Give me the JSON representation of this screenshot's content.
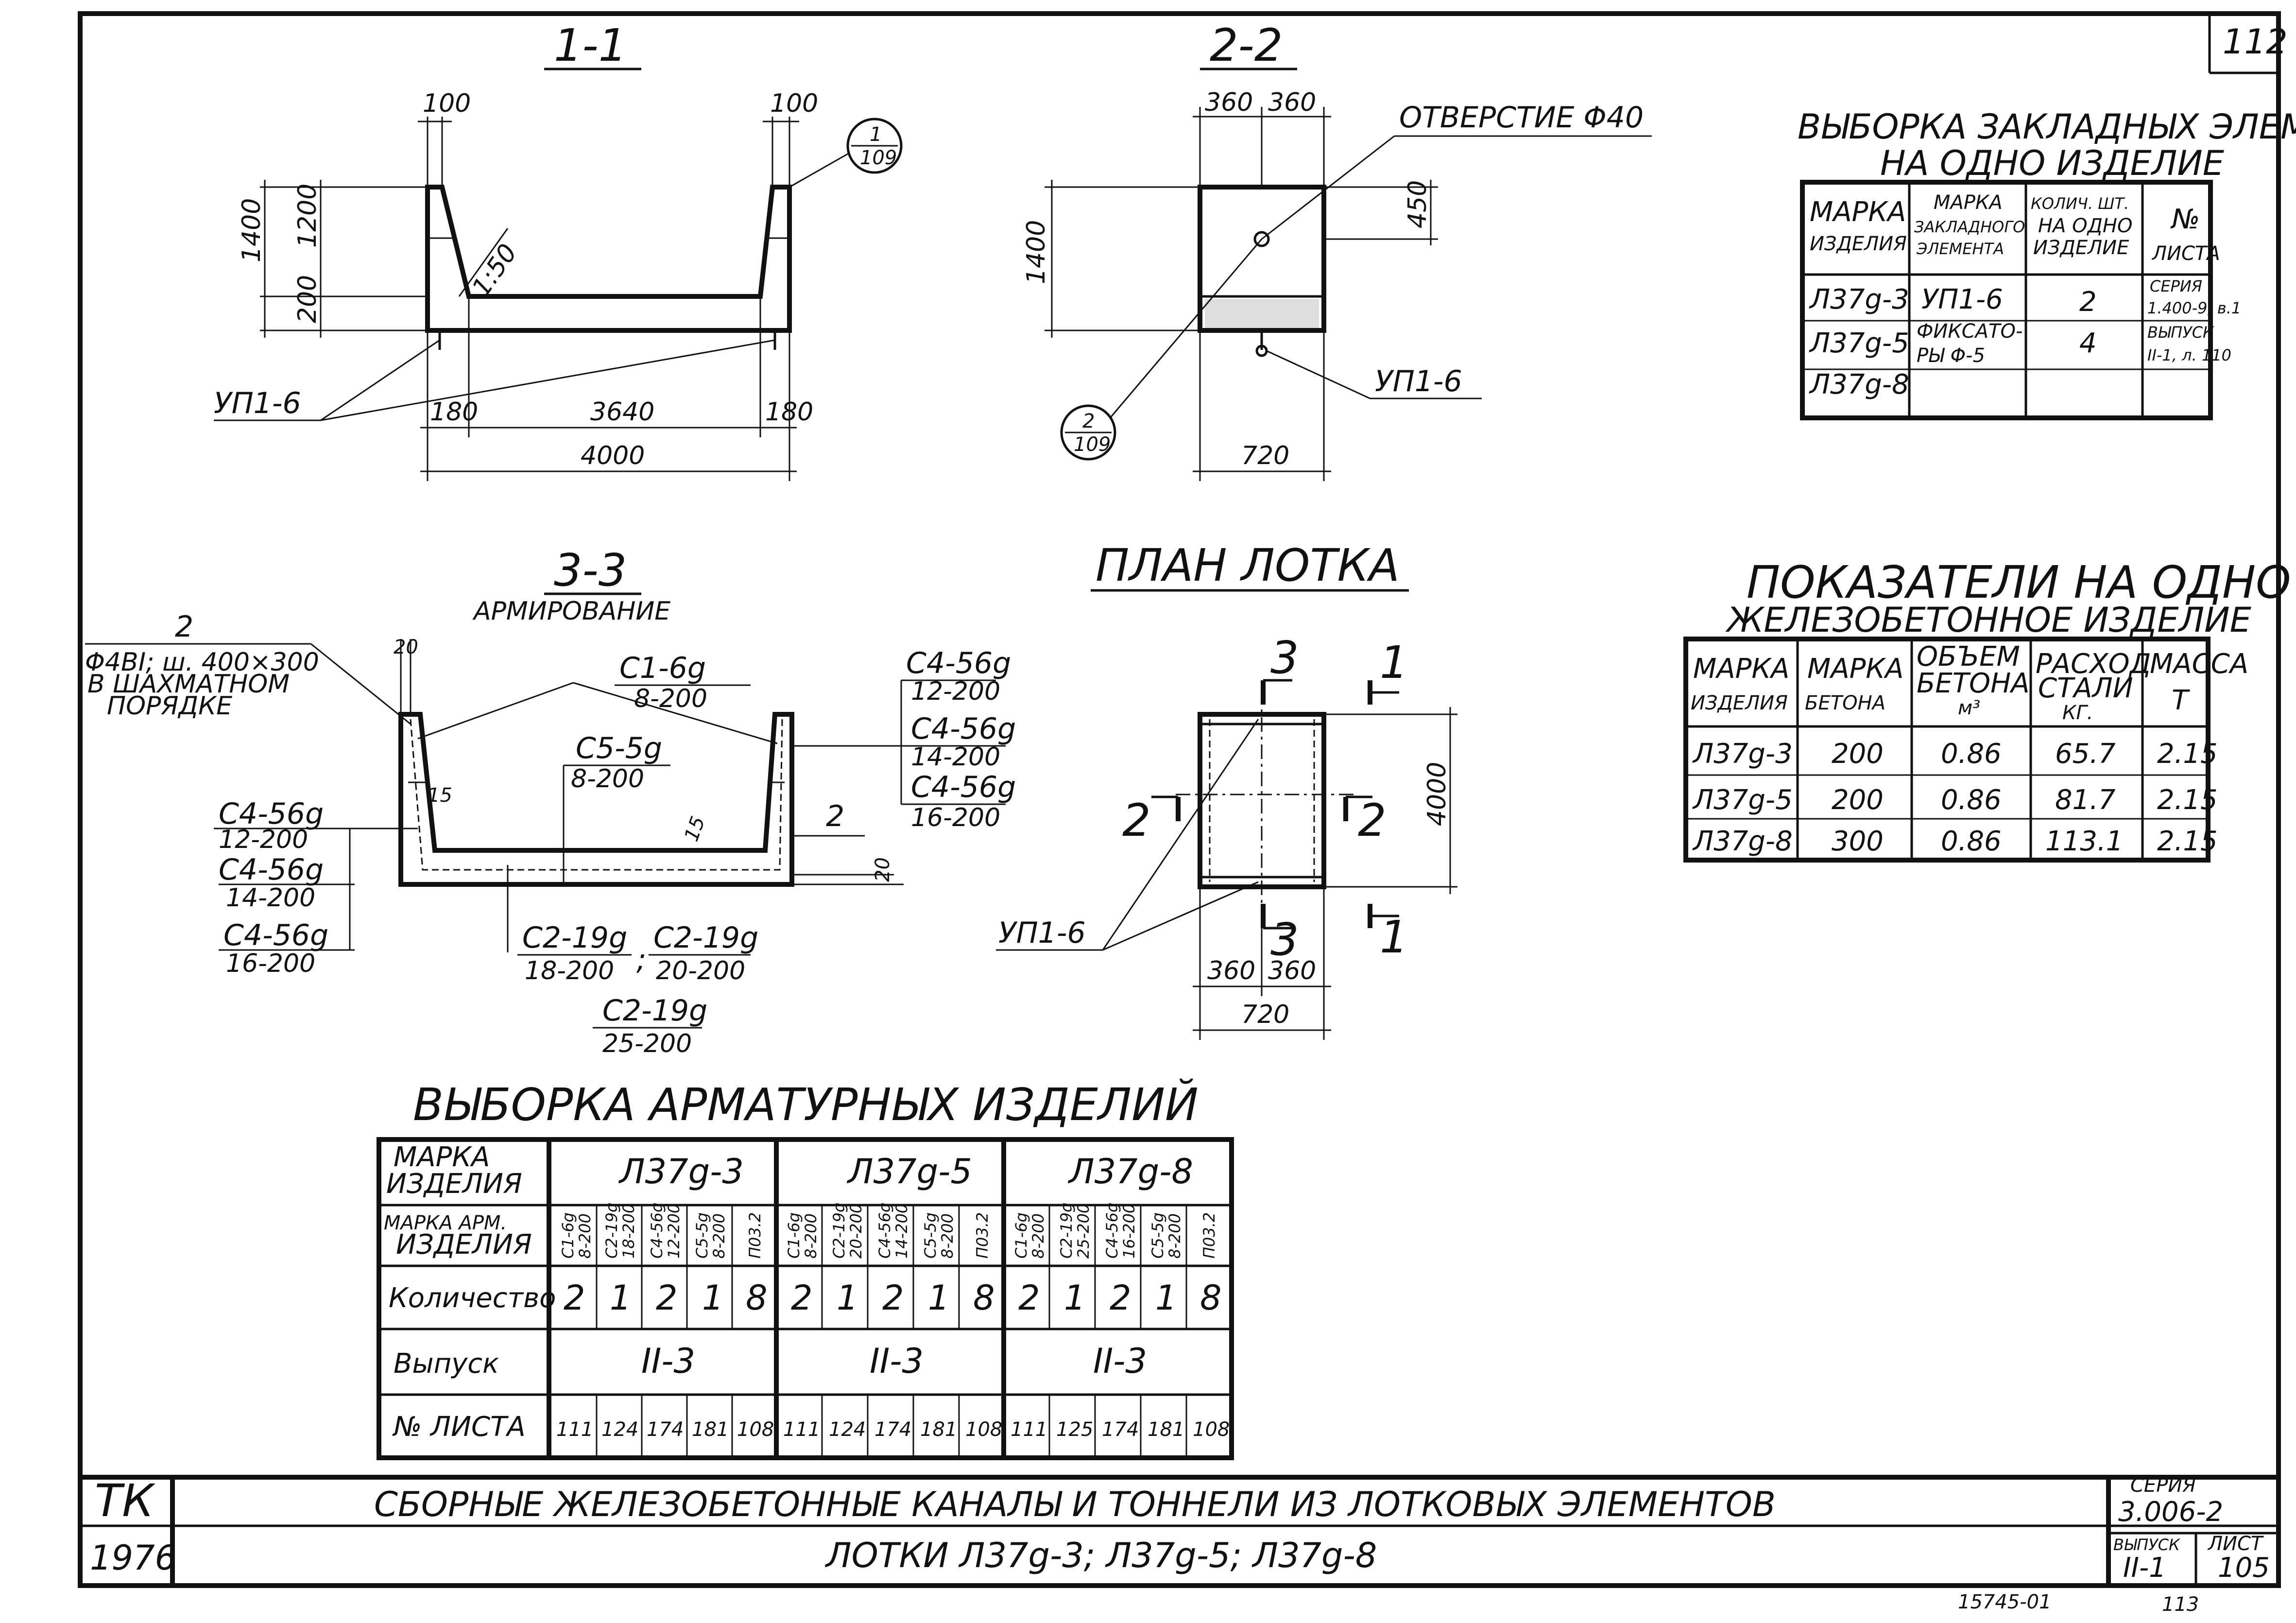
{
  "sheet": {
    "sheet_number_top": "112",
    "number_bottom_left": "15745-01",
    "number_bottom_right": "113"
  },
  "section_1": {
    "title": "1-1",
    "dims": [
      "100",
      "100",
      "1400",
      "1200",
      "200",
      "1:50",
      "180",
      "3640",
      "180",
      "4000"
    ],
    "callout": "УП1-6",
    "ref_top": "1",
    "ref_bottom": "109"
  },
  "section_2": {
    "title": "2-2",
    "dims": [
      "360",
      "360",
      "450",
      "1400",
      "720"
    ],
    "hole_label": "ОТВЕРСТИЕ Φ40",
    "callout": "УП1-6",
    "ref_top": "2",
    "ref_bottom": "109"
  },
  "section_3": {
    "title": "3-3",
    "subtitle": "АРМИРОВАНИЕ",
    "note_lines": [
      "2",
      "Φ4ВI; ш. 400×300",
      "В ШАХМАТНОМ",
      "ПОРЯДКЕ"
    ],
    "labels": {
      "c1_top": "С1-6g",
      "c1_bot": "8-200",
      "c5_top": "С5-5g",
      "c5_bot": "8-200",
      "left_1_top": "С4-56g",
      "left_1_bot": "12-200",
      "left_2_top": "С4-56g",
      "left_2_bot": "14-200",
      "left_3_top": "С4-56g",
      "left_3_bot": "16-200",
      "right_1_top": "С4-56g",
      "right_1_bot": "12-200",
      "right_2_top": "С4-56g",
      "right_2_bot": "14-200",
      "right_3_top": "С4-56g",
      "right_3_bot": "16-200",
      "c2_a_top": "С2-19g",
      "c2_a_bot": "18-200",
      "c2_sep": ";",
      "c2_b_top": "С2-19g",
      "c2_b_bot": "20-200",
      "c2_c_top": "С2-19g",
      "c2_c_bot": "25-200",
      "d20_top": "20",
      "d15_a": "15",
      "d15_b": "15",
      "d2": "2",
      "d20_right": "20"
    }
  },
  "plan": {
    "title": "ПЛАН ЛОТКА",
    "marks": {
      "s3": "3",
      "s1": "1",
      "s2": "2"
    },
    "dims": [
      "4000",
      "360",
      "360",
      "720"
    ],
    "callout": "УП1-6"
  },
  "embedded_table": {
    "title_1": "ВЫБОРКА ЗАКЛАДНЫХ ЭЛЕМЕНТОВ",
    "title_2": "НА ОДНО ИЗДЕЛИЕ",
    "headers": [
      [
        "МАРКА",
        "ИЗДЕЛИЯ"
      ],
      [
        "МАРКА",
        "ЗАКЛАДНОГО",
        "ЭЛЕМЕНТА"
      ],
      [
        "КОЛИЧ. ШТ.",
        "НА ОДНО",
        "ИЗДЕЛИЕ"
      ],
      [
        "№",
        "ЛИСТА"
      ]
    ],
    "products": [
      "Л37g-3",
      "Л37g-5",
      "Л37g-8"
    ],
    "rows": [
      {
        "element": [
          "УП1-6"
        ],
        "count": "2",
        "sheet": [
          "СЕРИЯ",
          "1.400-9, в.1"
        ]
      },
      {
        "element": [
          "ФИКСАТО-",
          "РЫ Φ-5"
        ],
        "count": "4",
        "sheet": [
          "ВЫПУСК",
          "II-1, л. 110"
        ]
      }
    ]
  },
  "indicators": {
    "title_1": "ПОКАЗАТЕЛИ НА ОДНО",
    "title_2": "ЖЕЛЕЗОБЕТОННОЕ ИЗДЕЛИЕ",
    "headers": [
      [
        "МАРКА",
        "ИЗДЕЛИЯ"
      ],
      [
        "МАРКА",
        "БЕТОНА"
      ],
      [
        "ОБЪЕМ",
        "БЕТОНА",
        "м³"
      ],
      [
        "РАСХОД",
        "СТАЛИ",
        "КГ."
      ],
      [
        "МАССА",
        "Т"
      ]
    ],
    "rows": [
      [
        "Л37g-3",
        "200",
        "0.86",
        "65.7",
        "2.15"
      ],
      [
        "Л37g-5",
        "200",
        "0.86",
        "81.7",
        "2.15"
      ],
      [
        "Л37g-8",
        "300",
        "0.86",
        "113.1",
        "2.15"
      ]
    ]
  },
  "rebar_table": {
    "title": "ВЫБОРКА АРМАТУРНЫХ ИЗДЕЛИЙ",
    "row_labels": {
      "product": [
        "МАРКА",
        "ИЗДЕЛИЯ"
      ],
      "item": [
        "МАРКА АРМ.",
        "ИЗДЕЛИЯ"
      ],
      "quantity": "Количество",
      "release": "Выпуск",
      "sheet": "№ ЛИСТА"
    },
    "groups": [
      {
        "product": "Л37g-3",
        "items": [
          [
            "С1-6g",
            "8-200"
          ],
          [
            "С2-19g",
            "18-200"
          ],
          [
            "С4-56g",
            "12-200"
          ],
          [
            "С5-5g",
            "8-200"
          ],
          [
            "П03.2"
          ]
        ],
        "quantities": [
          "2",
          "1",
          "2",
          "1",
          "8"
        ],
        "release": "II-3",
        "sheets": [
          "111",
          "124",
          "174",
          "181",
          "108"
        ]
      },
      {
        "product": "Л37g-5",
        "items": [
          [
            "С1-6g",
            "8-200"
          ],
          [
            "С2-19g",
            "20-200"
          ],
          [
            "С4-56g",
            "14-200"
          ],
          [
            "С5-5g",
            "8-200"
          ],
          [
            "П03.2"
          ]
        ],
        "quantities": [
          "2",
          "1",
          "2",
          "1",
          "8"
        ],
        "release": "II-3",
        "sheets": [
          "111",
          "124",
          "174",
          "181",
          "108"
        ]
      },
      {
        "product": "Л37g-8",
        "items": [
          [
            "С1-6g",
            "8-200"
          ],
          [
            "С2-19g",
            "25-200"
          ],
          [
            "С4-56g",
            "16-200"
          ],
          [
            "С5-5g",
            "8-200"
          ],
          [
            "П03.2"
          ]
        ],
        "quantities": [
          "2",
          "1",
          "2",
          "1",
          "8"
        ],
        "release": "II-3",
        "sheets": [
          "111",
          "125",
          "174",
          "181",
          "108"
        ]
      }
    ]
  },
  "title_block": {
    "org": "ТК",
    "year": "1976",
    "title": "СБОРНЫЕ ЖЕЛЕЗОБЕТОННЫЕ КАНАЛЫ И ТОННЕЛИ ИЗ ЛОТКОВЫХ ЭЛЕМЕНТОВ",
    "subtitle": "ЛОТКИ Л37g-3; Л37g-5; Л37g-8",
    "series_label": "СЕРИЯ",
    "series_value": "3.006-2",
    "release_label": "ВЫПУСК",
    "release_value": "II-1",
    "sheet_label": "ЛИСТ",
    "sheet_value": "105"
  }
}
